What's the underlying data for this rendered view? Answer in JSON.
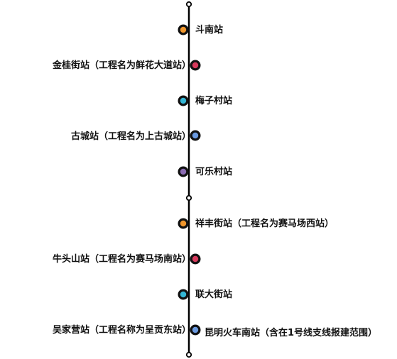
{
  "line_color": "#000000",
  "marker_fill": "#111111",
  "stations": [
    {
      "name": "斗南站",
      "side": "right",
      "color": "#f0962c"
    },
    {
      "name": "金桂街站（工程名为鲜花大道站）",
      "side": "left",
      "color": "#d73a5c"
    },
    {
      "name": "梅子村站",
      "side": "right",
      "color": "#33b7d6"
    },
    {
      "name": "古城站（工程名为上古城站）",
      "side": "left",
      "color": "#6b9ae0"
    },
    {
      "name": "可乐村站",
      "side": "right",
      "color": "#8b6bb3"
    },
    {
      "name": "祥丰街站（工程名为赛马场西站）",
      "side": "right",
      "color": "#f0962c"
    },
    {
      "name": "牛头山站（工程名为赛马场南站）",
      "side": "left",
      "color": "#d73a5c"
    },
    {
      "name": "联大街站",
      "side": "right",
      "color": "#33b7d6"
    },
    {
      "name": "吴家营站（工程名称为呈贡东站）",
      "side": "left",
      "color": "#6b9ae0"
    },
    {
      "name": "昆明火车南站（含在1号线支线报建范围）",
      "side": "right",
      "color": "#6b9ae0"
    }
  ]
}
